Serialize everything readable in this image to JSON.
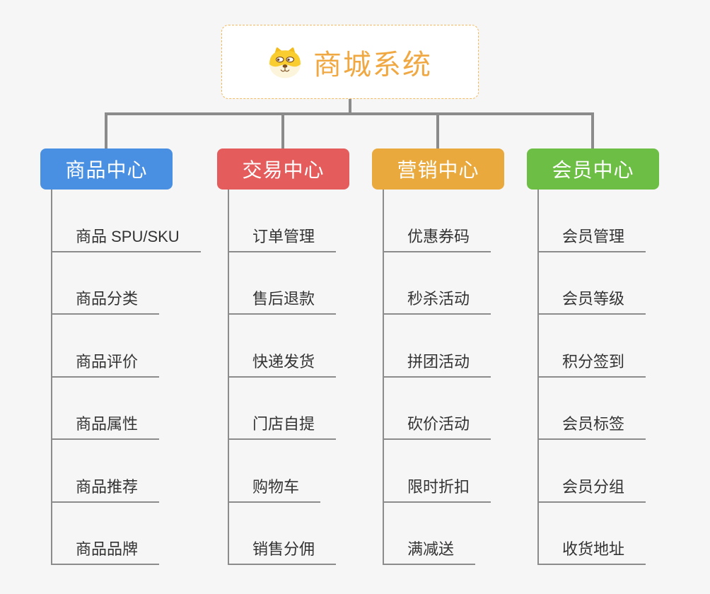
{
  "root": {
    "title": "商城系统",
    "icon": "dog-face-icon",
    "title_color": "#F0A843",
    "border_color": "#F3B75C",
    "background": "#FFFFFF"
  },
  "canvas_background": "#F5F6F5",
  "connector_color": "#8B8B8B",
  "leaf_text_color": "#333333",
  "branches": [
    {
      "label": "商品中心",
      "color": "#4A90E2",
      "children": [
        "商品 SPU/SKU",
        "商品分类",
        "商品评价",
        "商品属性",
        "商品推荐",
        "商品品牌"
      ]
    },
    {
      "label": "交易中心",
      "color": "#E45C5C",
      "children": [
        "订单管理",
        "售后退款",
        "快递发货",
        "门店自提",
        "购物车",
        "销售分佣"
      ]
    },
    {
      "label": "营销中心",
      "color": "#E9A93D",
      "children": [
        "优惠券码",
        "秒杀活动",
        "拼团活动",
        "砍价活动",
        "限时折扣",
        "满减送"
      ]
    },
    {
      "label": "会员中心",
      "color": "#6DBE45",
      "children": [
        "会员管理",
        "会员等级",
        "积分签到",
        "会员标签",
        "会员分组",
        "收货地址"
      ]
    }
  ]
}
